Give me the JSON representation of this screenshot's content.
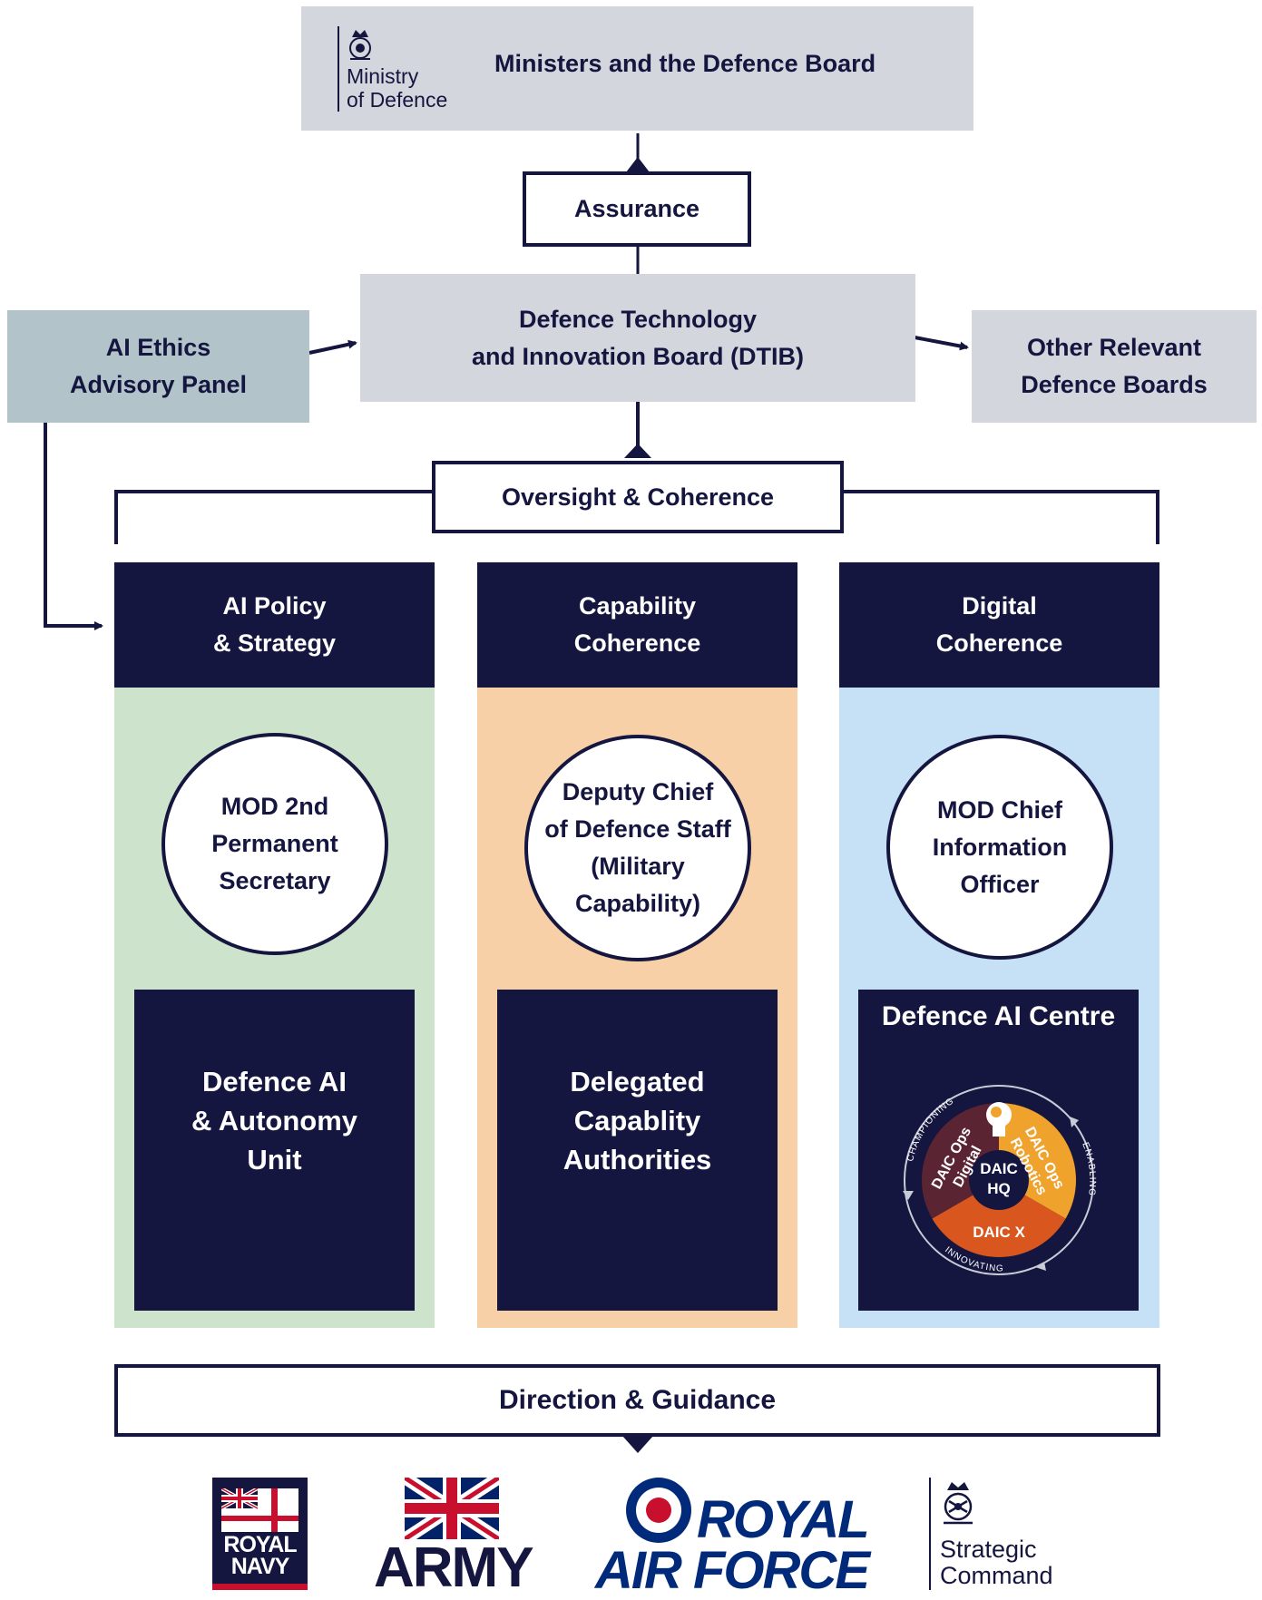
{
  "top_board": {
    "logo_line1": "Ministry",
    "logo_line2": "of Defence",
    "title": "Ministers and the Defence Board"
  },
  "assurance": "Assurance",
  "dtib": {
    "line1": "Defence Technology",
    "line2": "and Innovation Board (DTIB)"
  },
  "ethics_panel": {
    "line1": "AI Ethics",
    "line2": "Advisory Panel"
  },
  "other_boards": {
    "line1": "Other Relevant",
    "line2": "Defence Boards"
  },
  "oversight": "Oversight & Coherence",
  "columns": [
    {
      "header1": "AI Policy",
      "header2": "& Strategy",
      "circle": [
        "MOD 2nd",
        "Permanent",
        "Secretary"
      ],
      "unit": [
        "Defence AI",
        "& Autonomy",
        "Unit"
      ],
      "bg": "#cde3cc"
    },
    {
      "header1": "Capability",
      "header2": "Coherence",
      "circle": [
        "Deputy Chief",
        "of Defence Staff",
        "(Military",
        "Capability)"
      ],
      "unit": [
        "Delegated",
        "Capablity",
        "Authorities"
      ],
      "bg": "#f8d0a8"
    },
    {
      "header1": "Digital",
      "header2": "Coherence",
      "circle": [
        "MOD Chief",
        "Information",
        "Officer"
      ],
      "unit_title": "Defence AI Centre",
      "bg": "#c6e1f6"
    }
  ],
  "daic_wheel": {
    "hq_line1": "DAIC",
    "hq_line2": "HQ",
    "ops_digital_line1": "DAIC Ops",
    "ops_digital_line2": "Digital",
    "ops_robotics_line1": "DAIC Ops",
    "ops_robotics_line2": "Robotics",
    "x": "DAIC X",
    "championing": "CHAMPIONING",
    "enabling": "ENABLING",
    "innovating": "INNOVATING",
    "colors": {
      "digital": "#5a2432",
      "robotics": "#f0a32c",
      "x": "#d9571e"
    }
  },
  "direction": "Direction & Guidance",
  "logos": {
    "navy_line1": "ROYAL",
    "navy_line2": "NAVY",
    "army": "ARMY",
    "raf_line1": "ROYAL",
    "raf_line2": "AIR FORCE",
    "strategic_line1": "Strategic",
    "strategic_line2": "Command"
  },
  "colors": {
    "navy": "#15163f",
    "grey": "#d3d6dc",
    "teal_grey": "#b2c4c9"
  }
}
